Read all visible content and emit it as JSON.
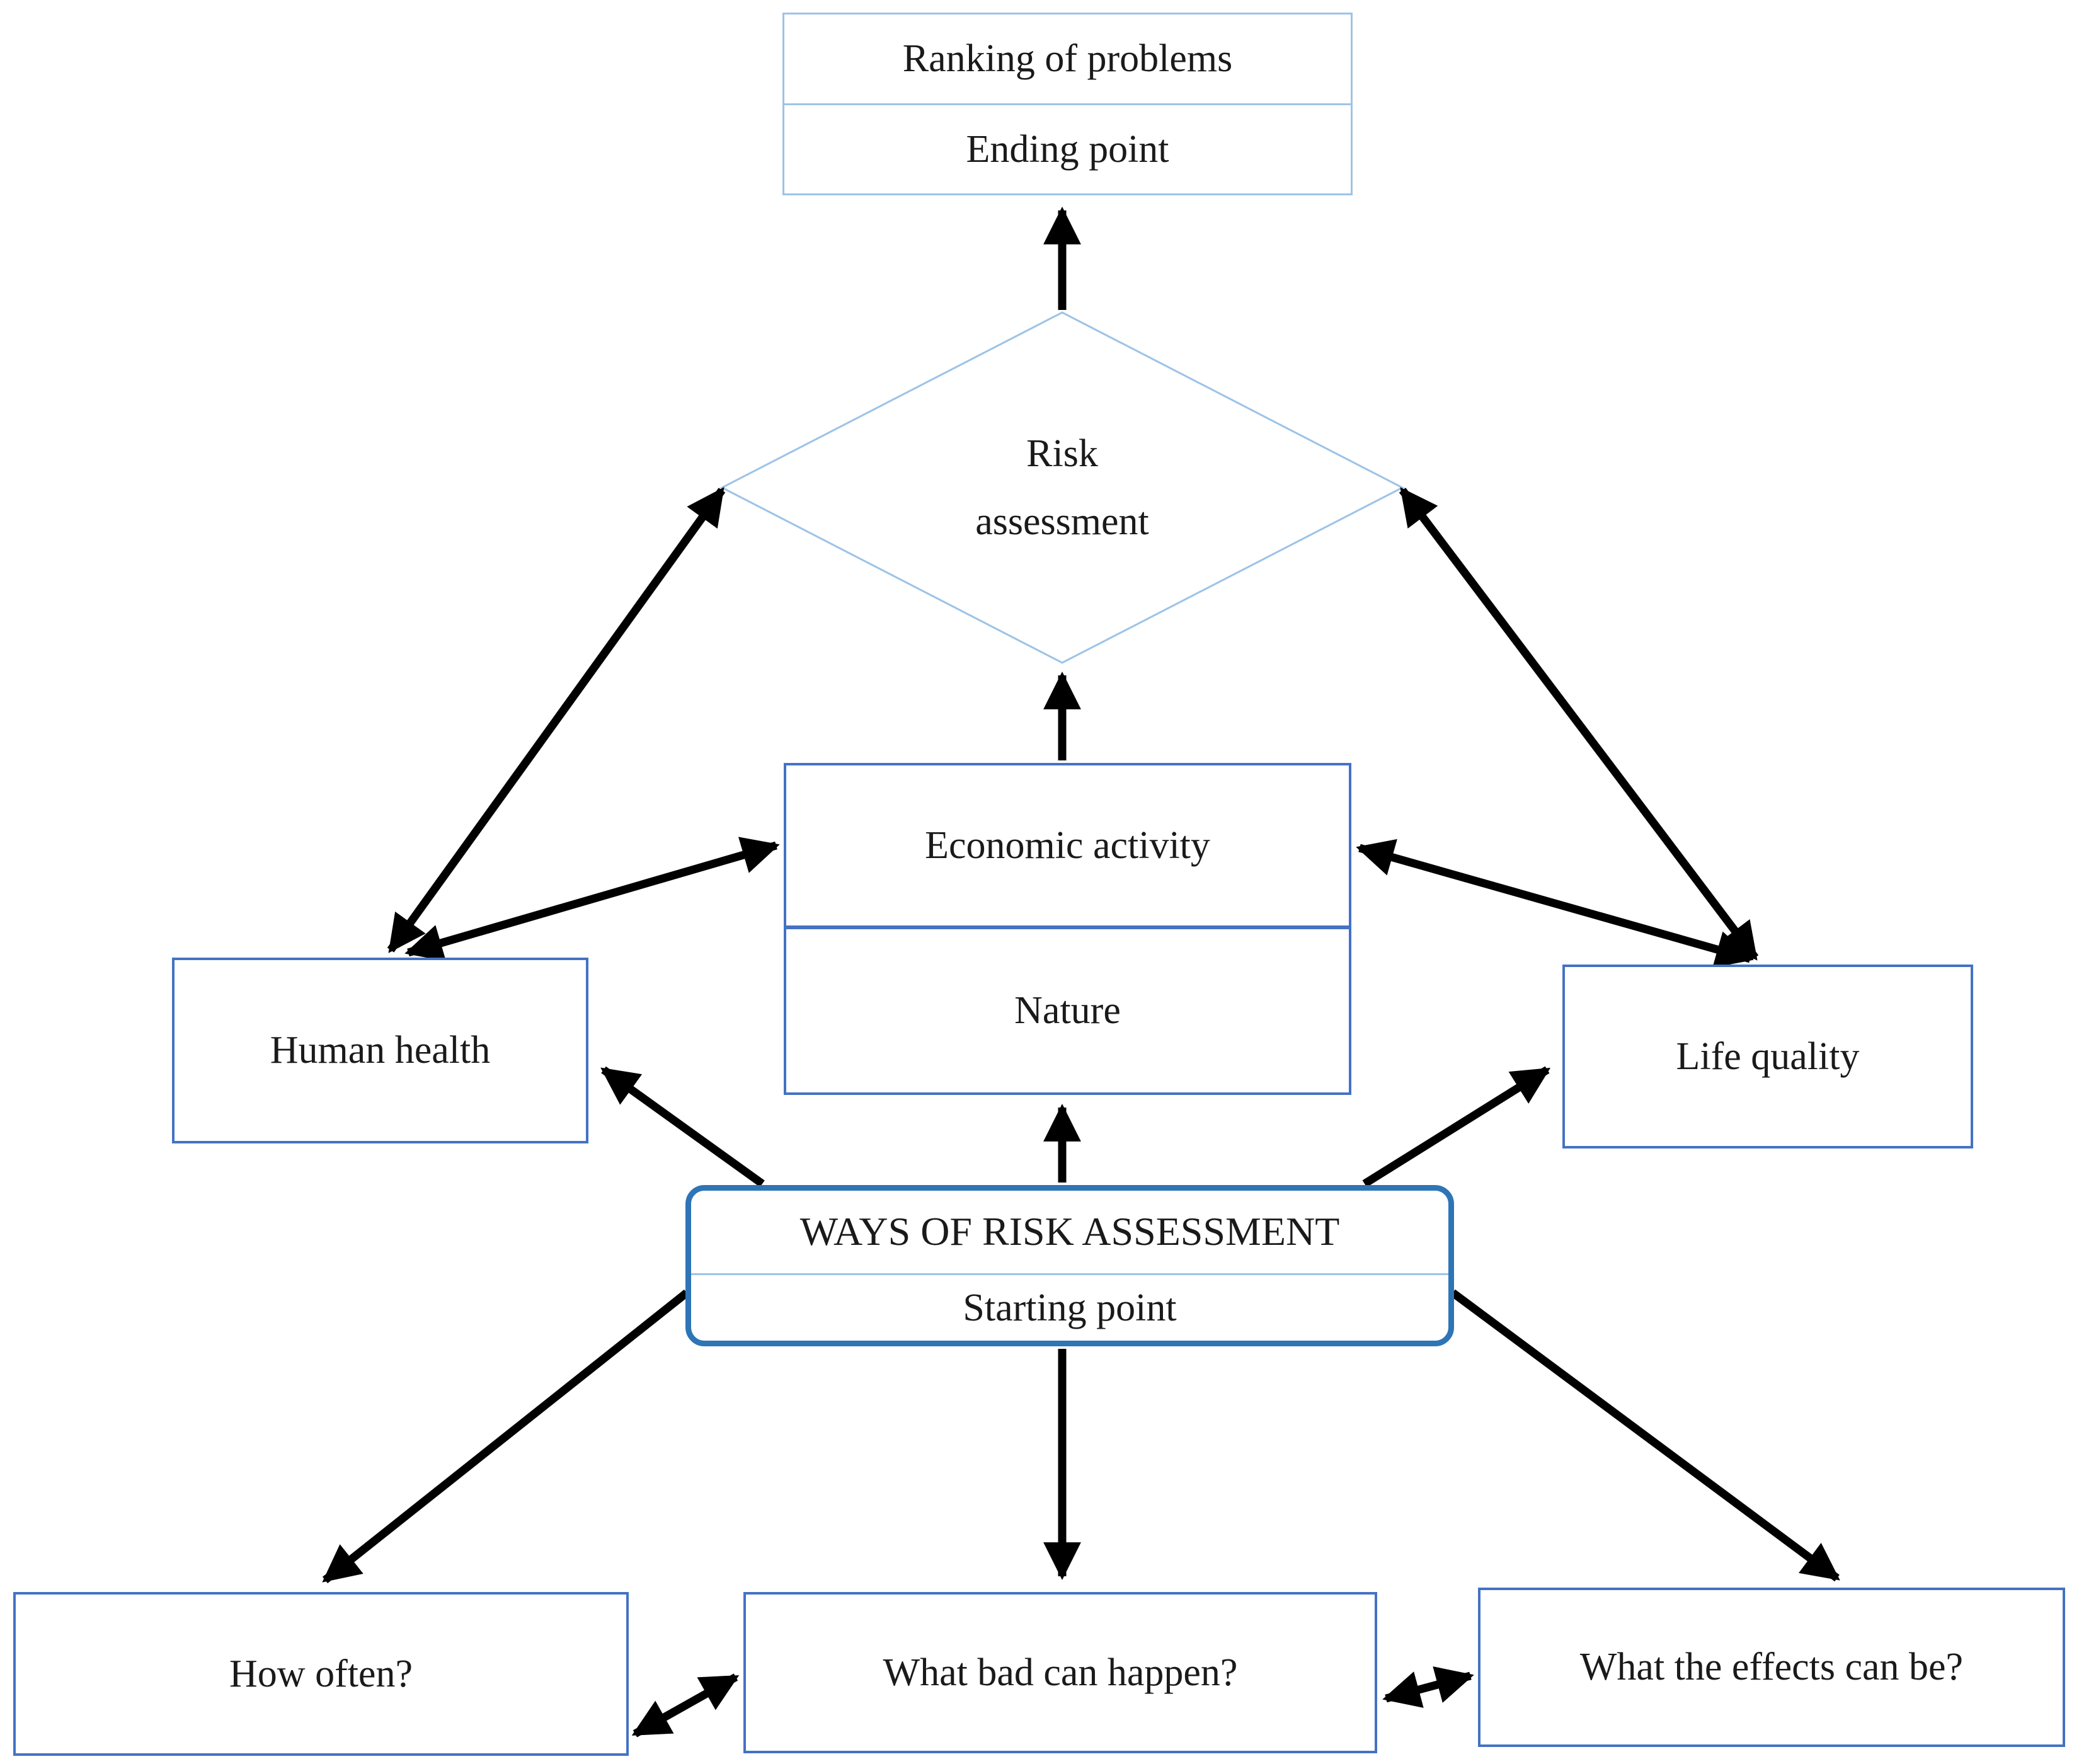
{
  "diagram_title": "Ways of risk assessment flow diagram",
  "nodes": {
    "ending": {
      "title": "Ranking of problems",
      "subtitle": "Ending point"
    },
    "risk_assessment": {
      "line1": "Risk",
      "line2": "assessment"
    },
    "economic_activity": {
      "label": "Economic activity"
    },
    "nature": {
      "label": "Nature"
    },
    "human_health": {
      "label": "Human health"
    },
    "life_quality": {
      "label": "Life quality"
    },
    "start": {
      "title": "WAYS OF RISK ASSESSMENT",
      "subtitle": "Starting point"
    },
    "how_often": {
      "label": "How often?"
    },
    "what_bad": {
      "label": "What bad can happen?"
    },
    "effects": {
      "label": "What the effects can be?"
    }
  },
  "edges": [
    {
      "from": "risk_assessment",
      "to": "ending",
      "direction": "one-way"
    },
    {
      "from": "economic_activity",
      "to": "risk_assessment",
      "direction": "one-way"
    },
    {
      "from": "risk_assessment",
      "to": "human_health",
      "direction": "two-way"
    },
    {
      "from": "risk_assessment",
      "to": "life_quality",
      "direction": "two-way"
    },
    {
      "from": "human_health",
      "to": "economic_activity",
      "direction": "two-way"
    },
    {
      "from": "life_quality",
      "to": "economic_activity",
      "direction": "two-way"
    },
    {
      "from": "start",
      "to": "nature",
      "direction": "one-way"
    },
    {
      "from": "start",
      "to": "human_health",
      "direction": "one-way"
    },
    {
      "from": "start",
      "to": "life_quality",
      "direction": "one-way"
    },
    {
      "from": "start",
      "to": "how_often",
      "direction": "one-way"
    },
    {
      "from": "start",
      "to": "what_bad",
      "direction": "one-way"
    },
    {
      "from": "start",
      "to": "effects",
      "direction": "one-way"
    },
    {
      "from": "how_often",
      "to": "what_bad",
      "direction": "two-way"
    },
    {
      "from": "what_bad",
      "to": "effects",
      "direction": "two-way"
    }
  ],
  "colors": {
    "box_border": "#4472c4",
    "light_border": "#9dc3e6",
    "start_border": "#2e75b6",
    "arrow": "#000000",
    "text": "#1a1a1a",
    "background": "#ffffff"
  }
}
